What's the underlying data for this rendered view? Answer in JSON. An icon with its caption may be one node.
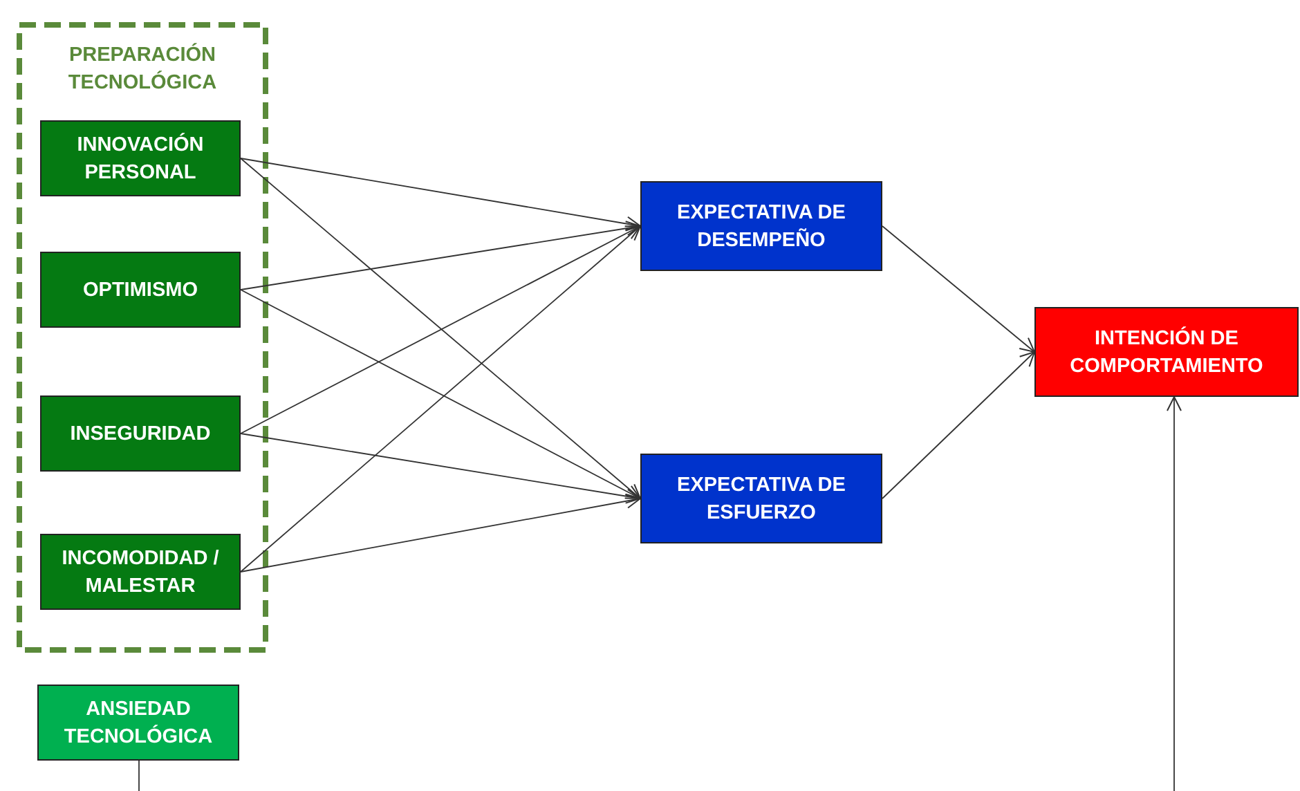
{
  "diagram": {
    "nodes": [
      {
        "text": [
          "PREPARACIÓN TECNOLÓGICA"
        ]
      },
      {
        "text": [
          "INNOVACIÓN PERSONAL"
        ],
        "in": 0
      },
      {
        "text": [
          "OPTIMISMO"
        ],
        "in": 0
      },
      {
        "text": [
          "INSEGURIDAD"
        ],
        "in": 0
      },
      {
        "text": [
          "INCOMODIDAD / MALESTAR"
        ],
        "in": 0
      },
      {
        "text": [
          "EXPECTATIVA DE DESEMPEÑO"
        ]
      },
      {
        "text": [
          "EXPECTATIVA DE ESFUERZO"
        ]
      },
      {
        "text": [
          "INTENCIÓN DE COMPORTAMIENTO"
        ]
      },
      {
        "text": [
          "ANSIEDAD TECNOLÓGICA"
        ]
      }
    ],
    "edges": [
      {
        "from": 1,
        "to": 5,
        "arrow": "to"
      },
      {
        "from": 1,
        "to": 6,
        "arrow": "to"
      },
      {
        "from": 2,
        "to": 5,
        "arrow": "to"
      },
      {
        "from": 2,
        "to": 6,
        "arrow": "to"
      },
      {
        "from": 3,
        "to": 5,
        "arrow": "to"
      },
      {
        "from": 3,
        "to": 6,
        "arrow": "to"
      },
      {
        "from": 4,
        "to": 5,
        "arrow": "to"
      },
      {
        "from": 4,
        "to": 6,
        "arrow": "to"
      },
      {
        "from": 5,
        "to": 7,
        "arrow": "to"
      },
      {
        "from": 6,
        "to": 7,
        "arrow": "to"
      },
      {
        "from": 8,
        "to": 7,
        "arrow": "to"
      }
    ]
  }
}
